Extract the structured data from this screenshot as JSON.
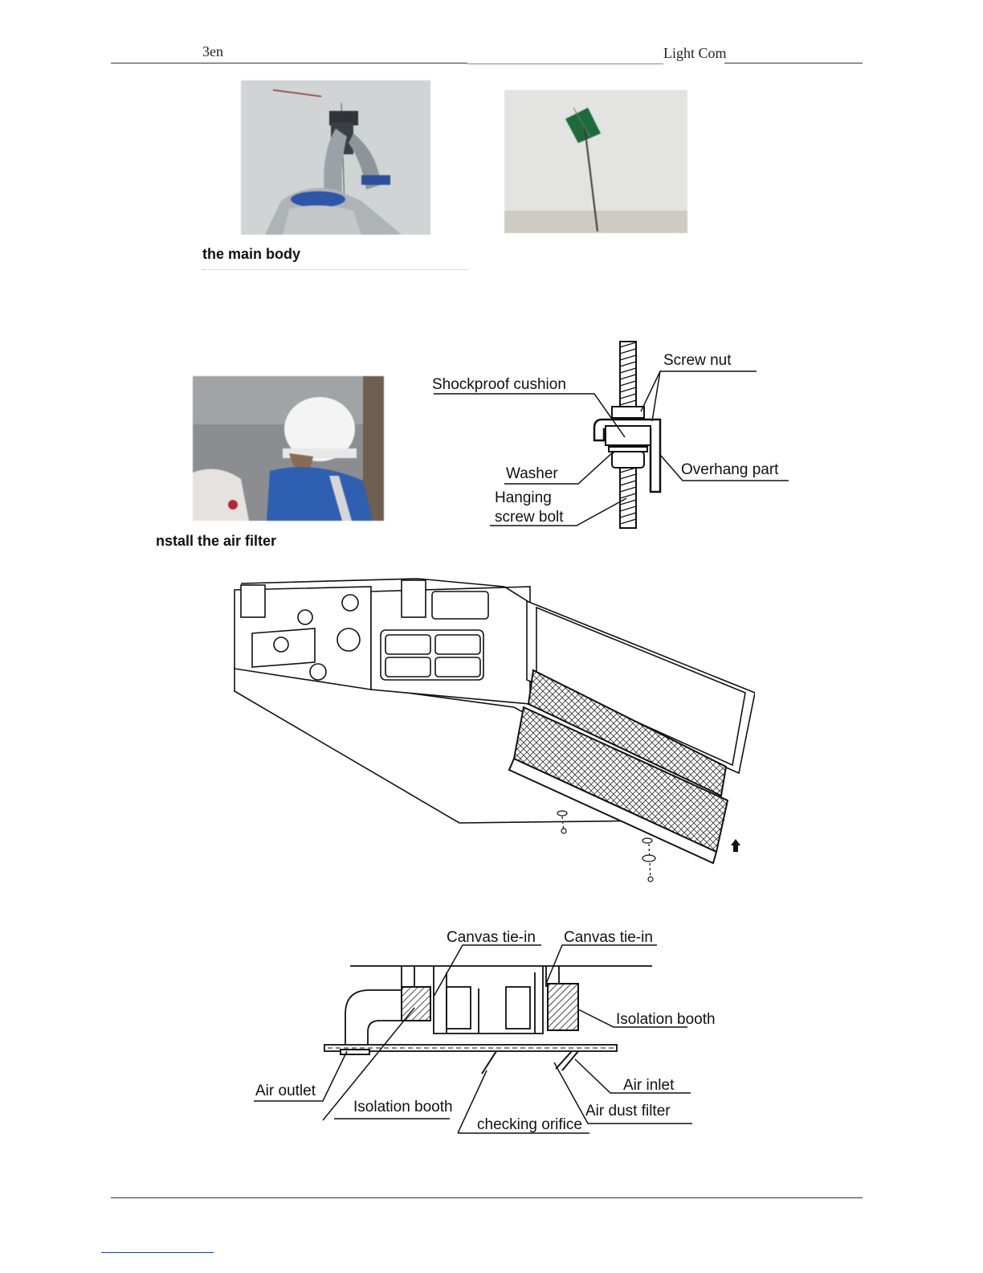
{
  "header": {
    "left_text": "3en",
    "right_text": "Light Com"
  },
  "sections": {
    "main_body": "the main body",
    "air_filter": "nstall the air filter"
  },
  "hanging_diagram": {
    "screw_nut": "Screw nut",
    "shockproof_cushion": "Shockproof cushion",
    "washer": "Washer",
    "overhang_part": "Overhang part",
    "hanging_line1": "Hanging",
    "hanging_line2": "screw bolt"
  },
  "duct_diagram": {
    "canvas_left": "Canvas tie-in",
    "canvas_right": "Canvas tie-in",
    "isolation_booth_right": "Isolation booth",
    "air_outlet": "Air outlet",
    "air_inlet": "Air inlet",
    "isolation_booth_bottom": "Isolation booth",
    "air_dust_filter": "Air dust filter",
    "checking_orifice": "checking orifice"
  }
}
